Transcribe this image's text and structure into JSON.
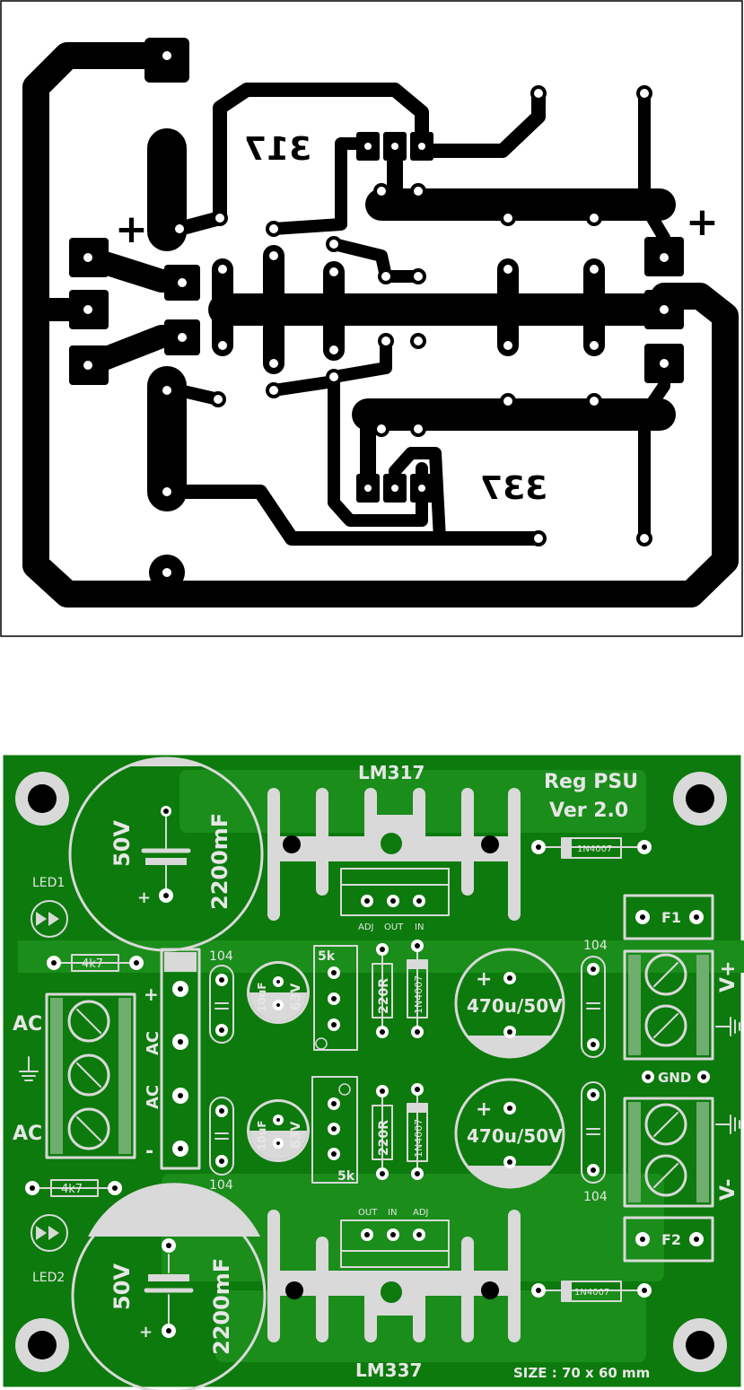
{
  "copper_view": {
    "text_317": "317",
    "text_337": "337",
    "plus_top": "+",
    "plus_right": "+"
  },
  "silk_view": {
    "title_line1": "Reg PSU",
    "title_line2": "Ver 2.0",
    "size_label": "SIZE : 70 x 60 mm",
    "lm317_label": "LM317",
    "lm337_label": "LM337",
    "reg_top_pins": [
      "ADJ",
      "OUT",
      "IN"
    ],
    "reg_bottom_pins": [
      "OUT",
      "IN",
      "ADJ"
    ],
    "cap_big_voltage": "50V",
    "cap_big_value": "2200mF",
    "cap_mid_value": "470u/50V",
    "cap_small_value": "10uF",
    "cap_small_voltage": "63V",
    "cap_ceramic": "104",
    "resistor_led": "4k7",
    "resistor_adj": "220R",
    "trimpot": "5k",
    "diode": "1N4007",
    "led1": "LED1",
    "led2": "LED2",
    "ac": "AC",
    "plus": "+",
    "minus": "-",
    "fuse1": "F1",
    "fuse2": "F2",
    "vplus": "V+",
    "vminus": "V-",
    "gnd": "GND"
  },
  "colors": {
    "board": "#0c7a0c",
    "board_dark": "#0a6a0a",
    "copper_light": "#1f9a1f",
    "silk": "#d9d9d9",
    "copper": "#000000"
  }
}
